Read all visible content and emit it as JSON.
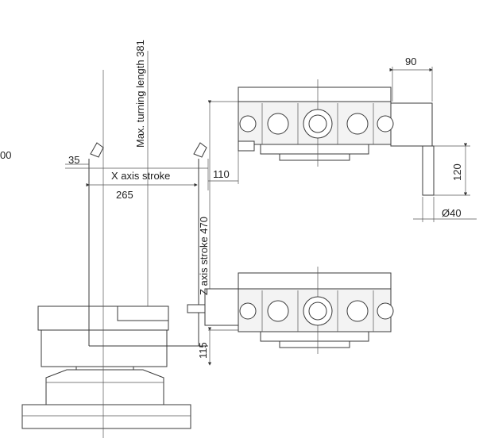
{
  "dimensions": {
    "max_turning_length": "Max. turning length 381",
    "x_axis_stroke": "X axis stroke",
    "x_stroke_value": "265",
    "z_axis_stroke": "Z axis stroke 470",
    "offset_35": "35",
    "offset_110": "110",
    "offset_90": "90",
    "offset_120": "120",
    "diameter_40": "Ø40",
    "offset_115": "115",
    "edge_partial": "00"
  }
}
